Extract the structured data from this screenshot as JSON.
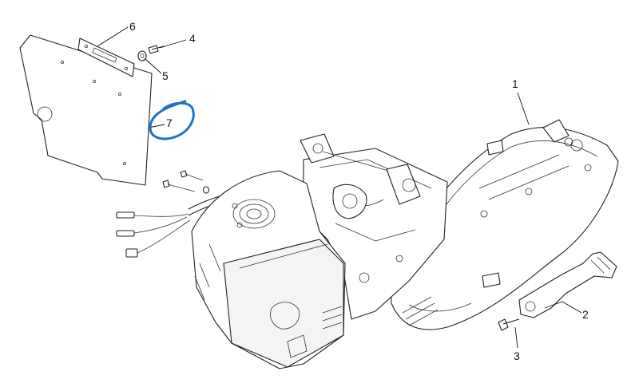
{
  "callouts": {
    "c1": "1",
    "c2": "2",
    "c3": "3",
    "c4": "4",
    "c5": "5",
    "c6": "6",
    "c7": "7"
  },
  "highlight": {
    "target": "7",
    "color": "#1a73c9"
  }
}
